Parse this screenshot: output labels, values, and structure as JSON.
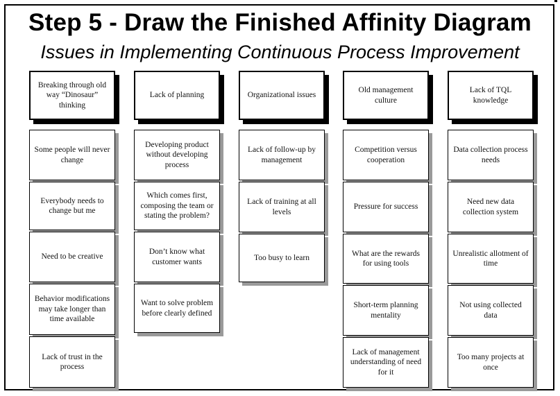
{
  "title": "Step 5 - Draw the Finished Affinity Diagram",
  "subtitle": "Issues in Implementing Continuous Process Improvement",
  "columns": [
    {
      "header": "Breaking through old way “Dinosaur” thinking",
      "items": [
        "Some people will never change",
        "Everybody needs to change but me",
        "Need to be creative",
        "Behavior modifications may take longer than time available",
        "Lack of trust in the process"
      ]
    },
    {
      "header": "Lack of planning",
      "items": [
        "Developing product without developing process",
        "Which comes first, composing the team or stating the problem?",
        "Don’t know what customer wants",
        "Want to solve problem before clearly defined"
      ]
    },
    {
      "header": "Organizational issues",
      "items": [
        "Lack of follow-up by management",
        "Lack of training at all levels",
        "Too busy to learn"
      ]
    },
    {
      "header": "Old management culture",
      "items": [
        "Competition versus cooperation",
        "Pressure for success",
        "What are the rewards for using tools",
        "Short-term planning mentality",
        "Lack of management understanding of need for it"
      ]
    },
    {
      "header": "Lack of TQL knowledge",
      "items": [
        "Data collection process needs",
        "Need new data collection system",
        "Unrealistic allotment of time",
        "Not using collected data",
        "Too many projects at once"
      ]
    }
  ]
}
